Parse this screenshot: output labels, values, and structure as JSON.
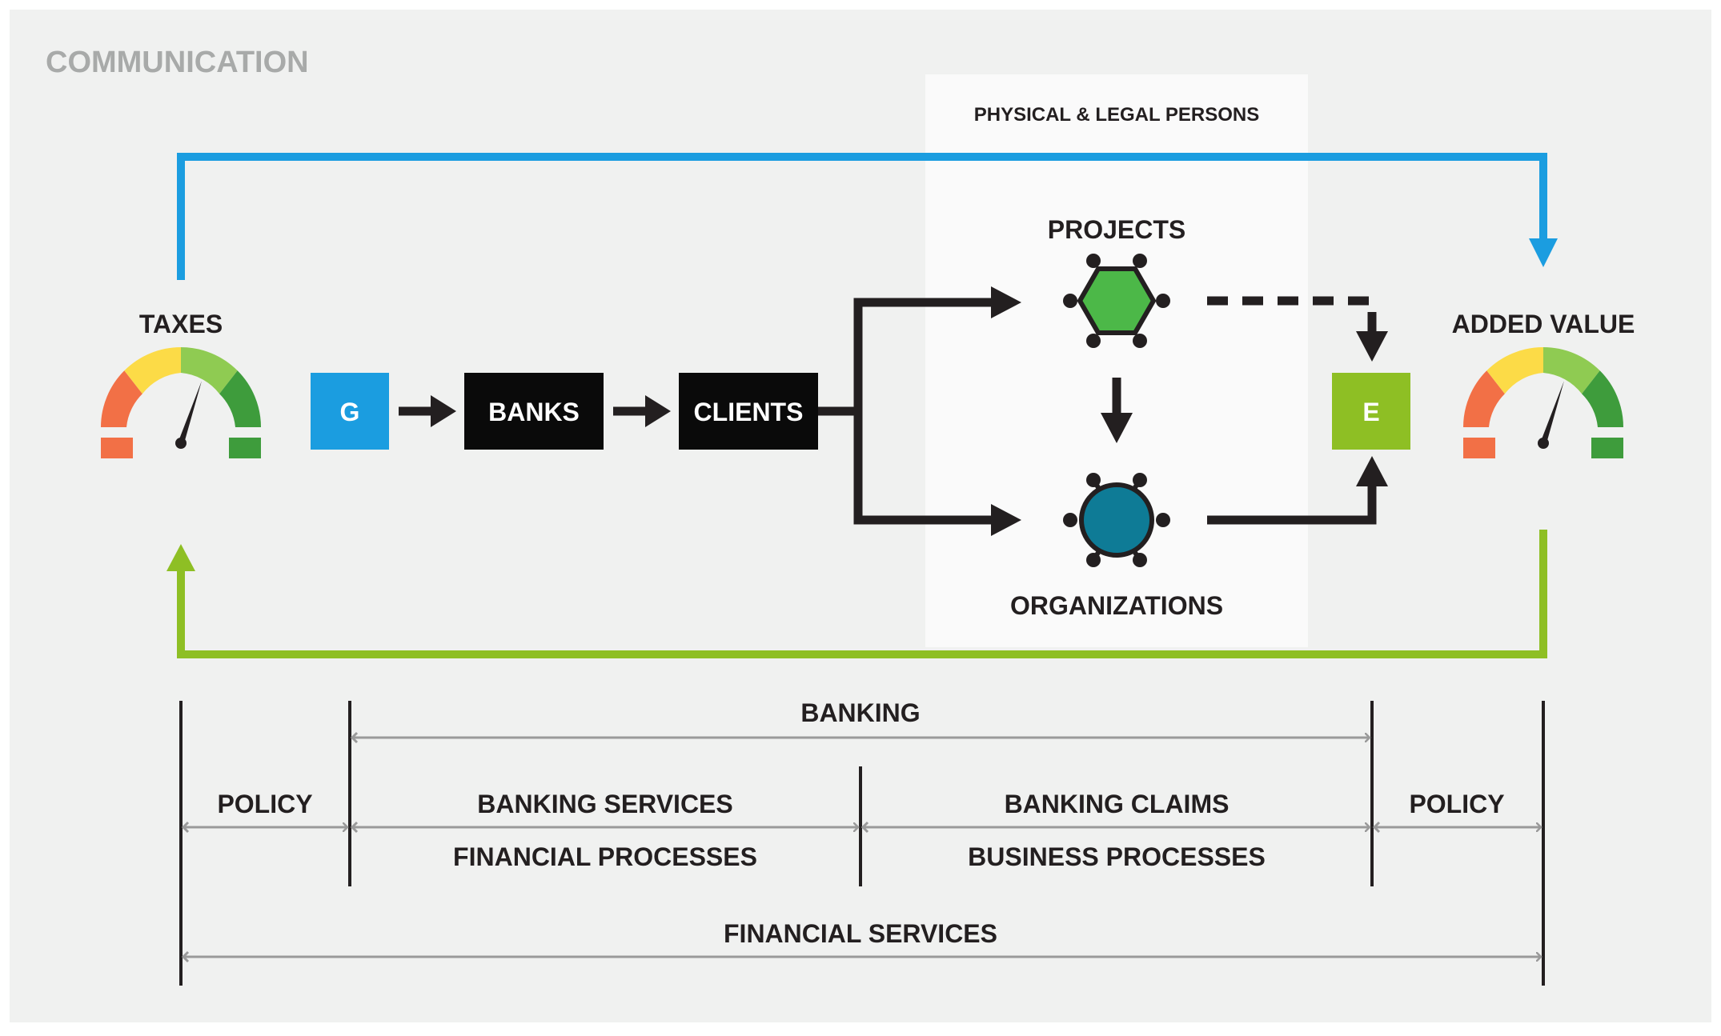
{
  "title": "COMMUNICATION",
  "zone_label": "PHYSICAL & LEGAL PERSONS",
  "gauges": {
    "left_label": "TAXES",
    "right_label": "ADDED VALUE"
  },
  "boxes": {
    "g": "G",
    "banks": "BANKS",
    "clients": "CLIENTS",
    "e": "E"
  },
  "nodes": {
    "projects": "PROJECTS",
    "organizations": "ORGANIZATIONS"
  },
  "spans": {
    "banking": "BANKING",
    "policy_left": "POLICY",
    "banking_services": "BANKING SERVICES",
    "financial_processes": "FINANCIAL PROCESSES",
    "banking_claims": "BANKING CLAIMS",
    "business_processes": "BUSINESS PROCESSES",
    "policy_right": "POLICY",
    "financial_services": "FINANCIAL SERVICES"
  },
  "colors": {
    "background": "#f0f1f0",
    "zone": "#fafafa",
    "blue_flow": "#1b9de0",
    "green_flow": "#8ebf24",
    "g_box": "#1b9de0",
    "e_box": "#8ebf24",
    "dark_box": "#0a0a0a",
    "hexagon": "#4cb848",
    "circle": "#0e7b96",
    "gauge_red": "#f27046",
    "gauge_yellow": "#fcdb47",
    "gauge_lightgreen": "#8fcb52",
    "gauge_green": "#3e9c3c",
    "gray_line": "#9a9a9a"
  }
}
